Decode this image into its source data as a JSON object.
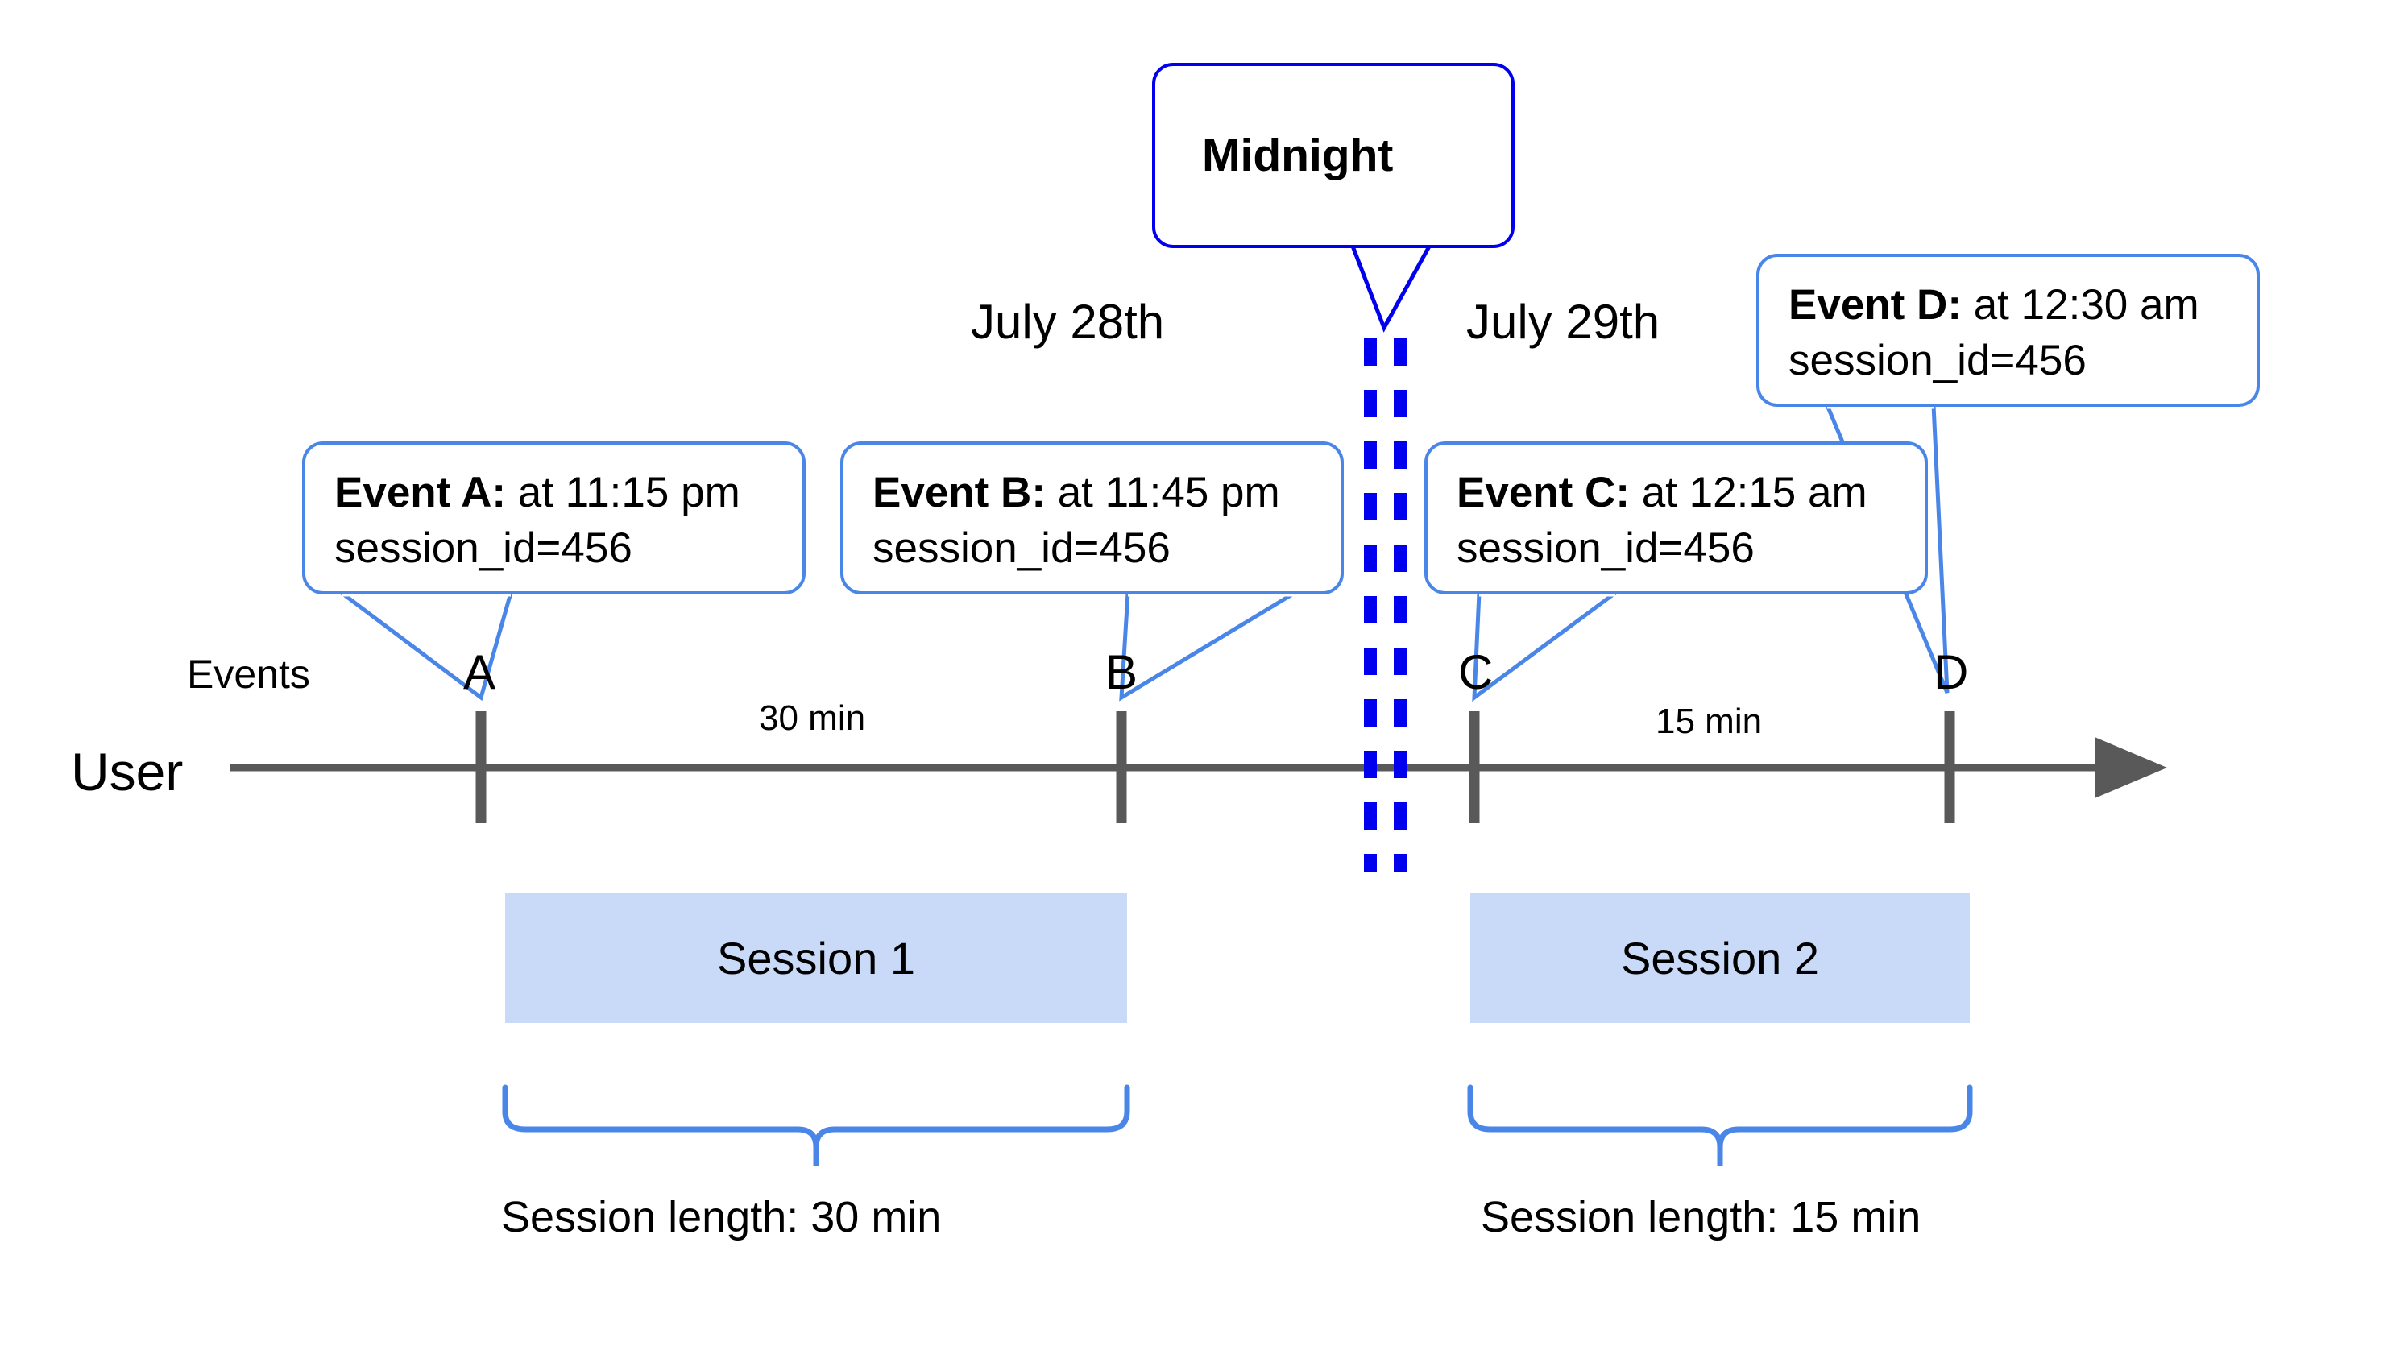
{
  "diagram": {
    "title_callout": {
      "label": "Midnight"
    },
    "date_labels": [
      {
        "name": "july-28",
        "text": "July 28th"
      },
      {
        "name": "july-29",
        "text": "July 29th"
      }
    ],
    "row_labels": {
      "events": "Events",
      "user": "User"
    },
    "timeline": {
      "markers": [
        {
          "id": "A",
          "label": "A"
        },
        {
          "id": "B",
          "label": "B"
        },
        {
          "id": "C",
          "label": "C"
        },
        {
          "id": "D",
          "label": "D"
        }
      ],
      "gap_labels": [
        {
          "between": "A-B",
          "text": "30 min"
        },
        {
          "between": "C-D",
          "text": "15 min"
        }
      ],
      "axis_color": "#595959",
      "midnight_line_color": "#0000ee"
    },
    "events": [
      {
        "id": "A",
        "title": "Event A:",
        "time": " at 11:15 pm",
        "detail": "session_id=456"
      },
      {
        "id": "B",
        "title": "Event B:",
        "time": " at 11:45 pm",
        "detail": "session_id=456"
      },
      {
        "id": "C",
        "title": "Event C:",
        "time": " at 12:15 am",
        "detail": "session_id=456"
      },
      {
        "id": "D",
        "title": "Event D:",
        "time": " at 12:30 am",
        "detail": "session_id=456"
      }
    ],
    "sessions": [
      {
        "id": "session-1",
        "bar_label": "Session 1",
        "length_label": "Session length: 30 min",
        "bar_color": "#c9daf8"
      },
      {
        "id": "session-2",
        "bar_label": "Session 2",
        "length_label": "Session length: 15 min",
        "bar_color": "#c9daf8"
      }
    ],
    "colors": {
      "callout_border": "#4a86e8",
      "midnight_border": "#0000ee",
      "session_fill": "#c9daf8",
      "axis": "#595959"
    }
  }
}
